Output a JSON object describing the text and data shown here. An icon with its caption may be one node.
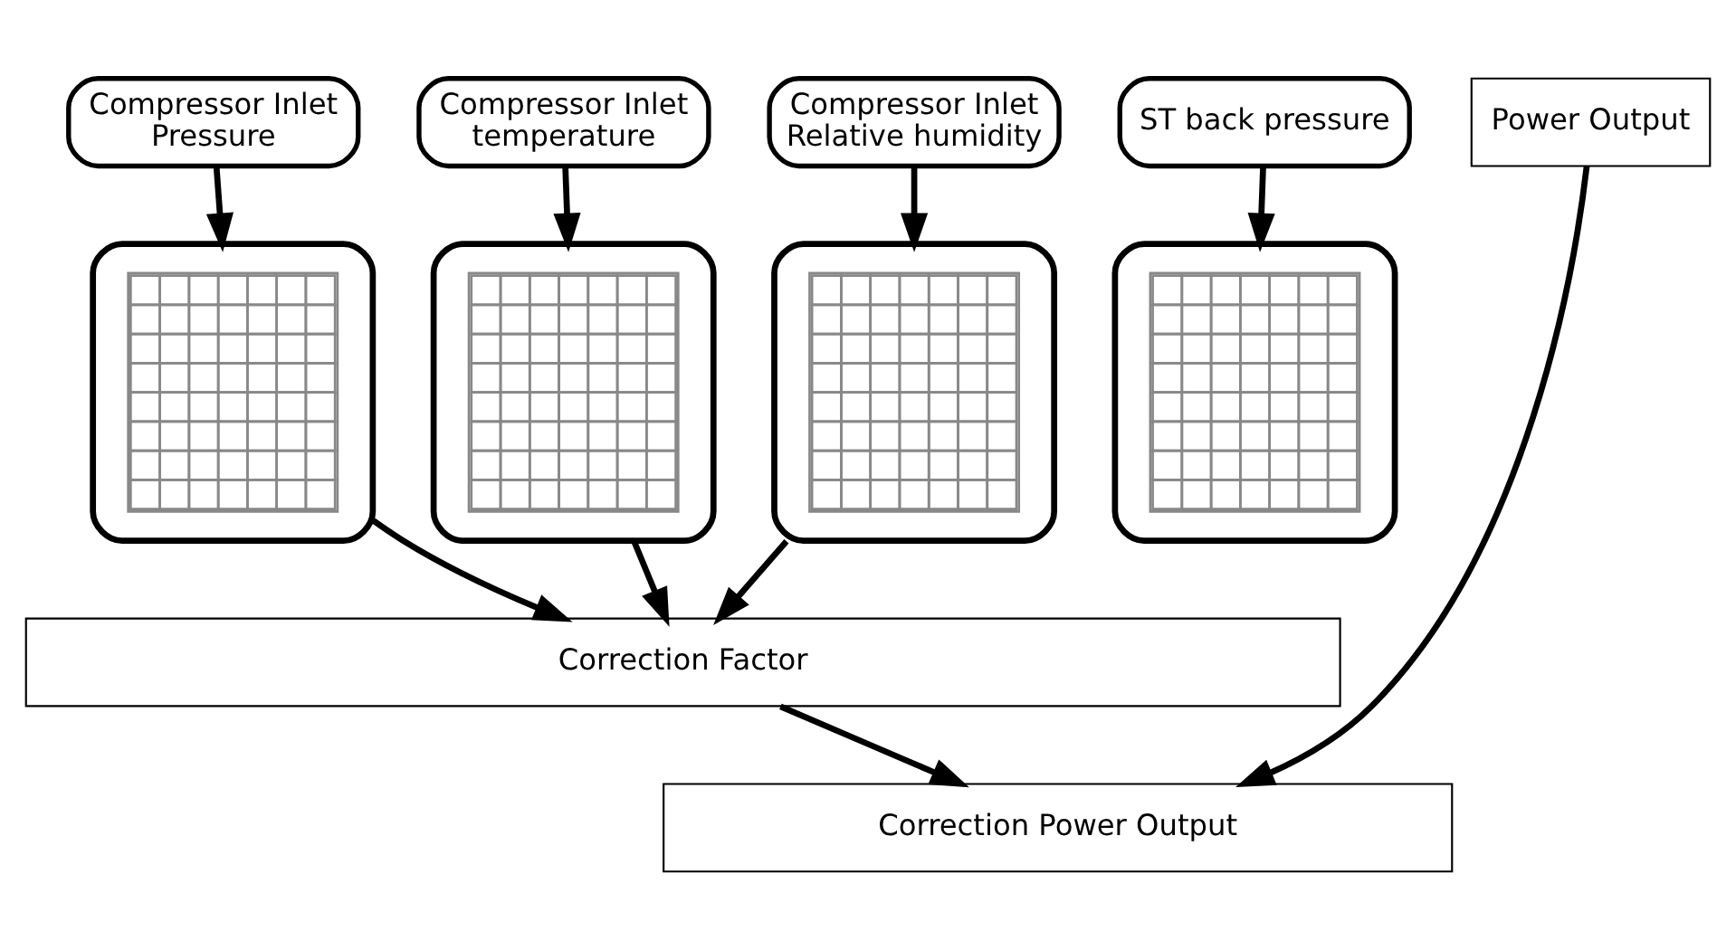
{
  "diagram": {
    "nodes": [
      {
        "text": [
          "Compressor Inlet Pressure"
        ]
      },
      {
        "text": [
          "Compressor Inlet temperature"
        ]
      },
      {
        "text": [
          "Compressor Inlet Relative humidity"
        ]
      },
      {
        "text": [
          "ST back pressure"
        ]
      },
      {
        "text": [
          "Power Output"
        ]
      },
      {
        "text": [],
        "shape": "picture"
      },
      {
        "text": [],
        "shape": "picture"
      },
      {
        "text": [],
        "shape": "picture"
      },
      {
        "text": [],
        "shape": "picture"
      },
      {
        "text": [
          "Correction Factor"
        ]
      },
      {
        "text": [
          "Correction Power Output"
        ]
      }
    ],
    "edges": [
      {
        "from": 0,
        "to": 5,
        "arrow": "to"
      },
      {
        "from": 1,
        "to": 6,
        "arrow": "to"
      },
      {
        "from": 2,
        "to": 7,
        "arrow": "to"
      },
      {
        "from": 3,
        "to": 8,
        "arrow": "to"
      },
      {
        "from": 5,
        "to": 9,
        "arrow": "to"
      },
      {
        "from": 6,
        "to": 9,
        "arrow": "to"
      },
      {
        "from": 7,
        "to": 9,
        "arrow": "to"
      },
      {
        "from": 9,
        "to": 10,
        "arrow": "to"
      },
      {
        "from": 4,
        "to": 10,
        "arrow": "to"
      }
    ]
  }
}
